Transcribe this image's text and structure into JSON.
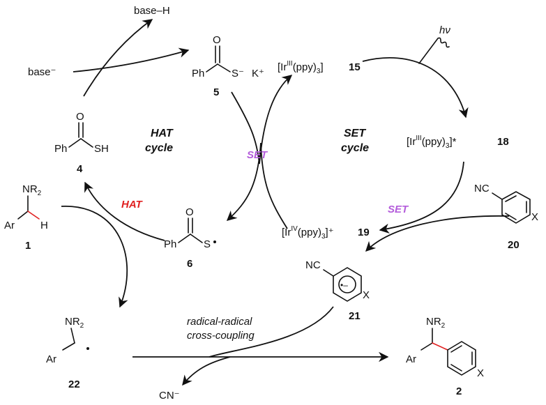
{
  "colors": {
    "ink": "#111111",
    "set": "#b45ddb",
    "hat": "#e02020",
    "new_bond": "#e02020"
  },
  "reagents": {
    "base_h": "base–H",
    "base_minus": "base⁻",
    "cn_minus": "CN⁻",
    "hv": "hν"
  },
  "compounds": {
    "c5": {
      "number": "5",
      "o": "O",
      "ph": "Ph",
      "s_minus": "S⁻",
      "k_plus": "K⁺"
    },
    "c4": {
      "number": "4",
      "o": "O",
      "ph": "Ph",
      "sh": "SH"
    },
    "c6": {
      "number": "6",
      "o": "O",
      "ph": "Ph",
      "s": "S"
    },
    "c1": {
      "number": "1",
      "nr2": "NR",
      "nr2_sub": "2",
      "ar": "Ar",
      "h": "H"
    },
    "c22": {
      "number": "22",
      "nr2": "NR",
      "nr2_sub": "2",
      "ar": "Ar"
    },
    "c2": {
      "number": "2",
      "nr2": "NR",
      "nr2_sub": "2",
      "ar": "Ar",
      "x": "X"
    },
    "c20": {
      "number": "20",
      "nc": "NC",
      "x": "X"
    },
    "c21": {
      "number": "21",
      "nc": "NC",
      "x": "X",
      "charge": "•–"
    },
    "c15": {
      "number": "15",
      "prefix": "[Ir",
      "ox": "III",
      "suffix": "(ppy)",
      "sub": "3",
      "close": "]"
    },
    "c18": {
      "number": "18",
      "prefix": "[Ir",
      "ox": "III",
      "suffix": "(ppy)",
      "sub": "3",
      "close": "]*"
    },
    "c19": {
      "number": "19",
      "prefix": "[Ir",
      "ox": "IV",
      "suffix": "(ppy)",
      "sub": "3",
      "close": "]⁺"
    }
  },
  "cycles": {
    "hat_line1": "HAT",
    "hat_line2": "cycle",
    "set_line1": "SET",
    "set_line2": "cycle"
  },
  "steps": {
    "set_center": "SET",
    "set_right": "SET",
    "hat": "HAT",
    "coupling_line1": "radical-radical",
    "coupling_line2": "cross-coupling"
  }
}
